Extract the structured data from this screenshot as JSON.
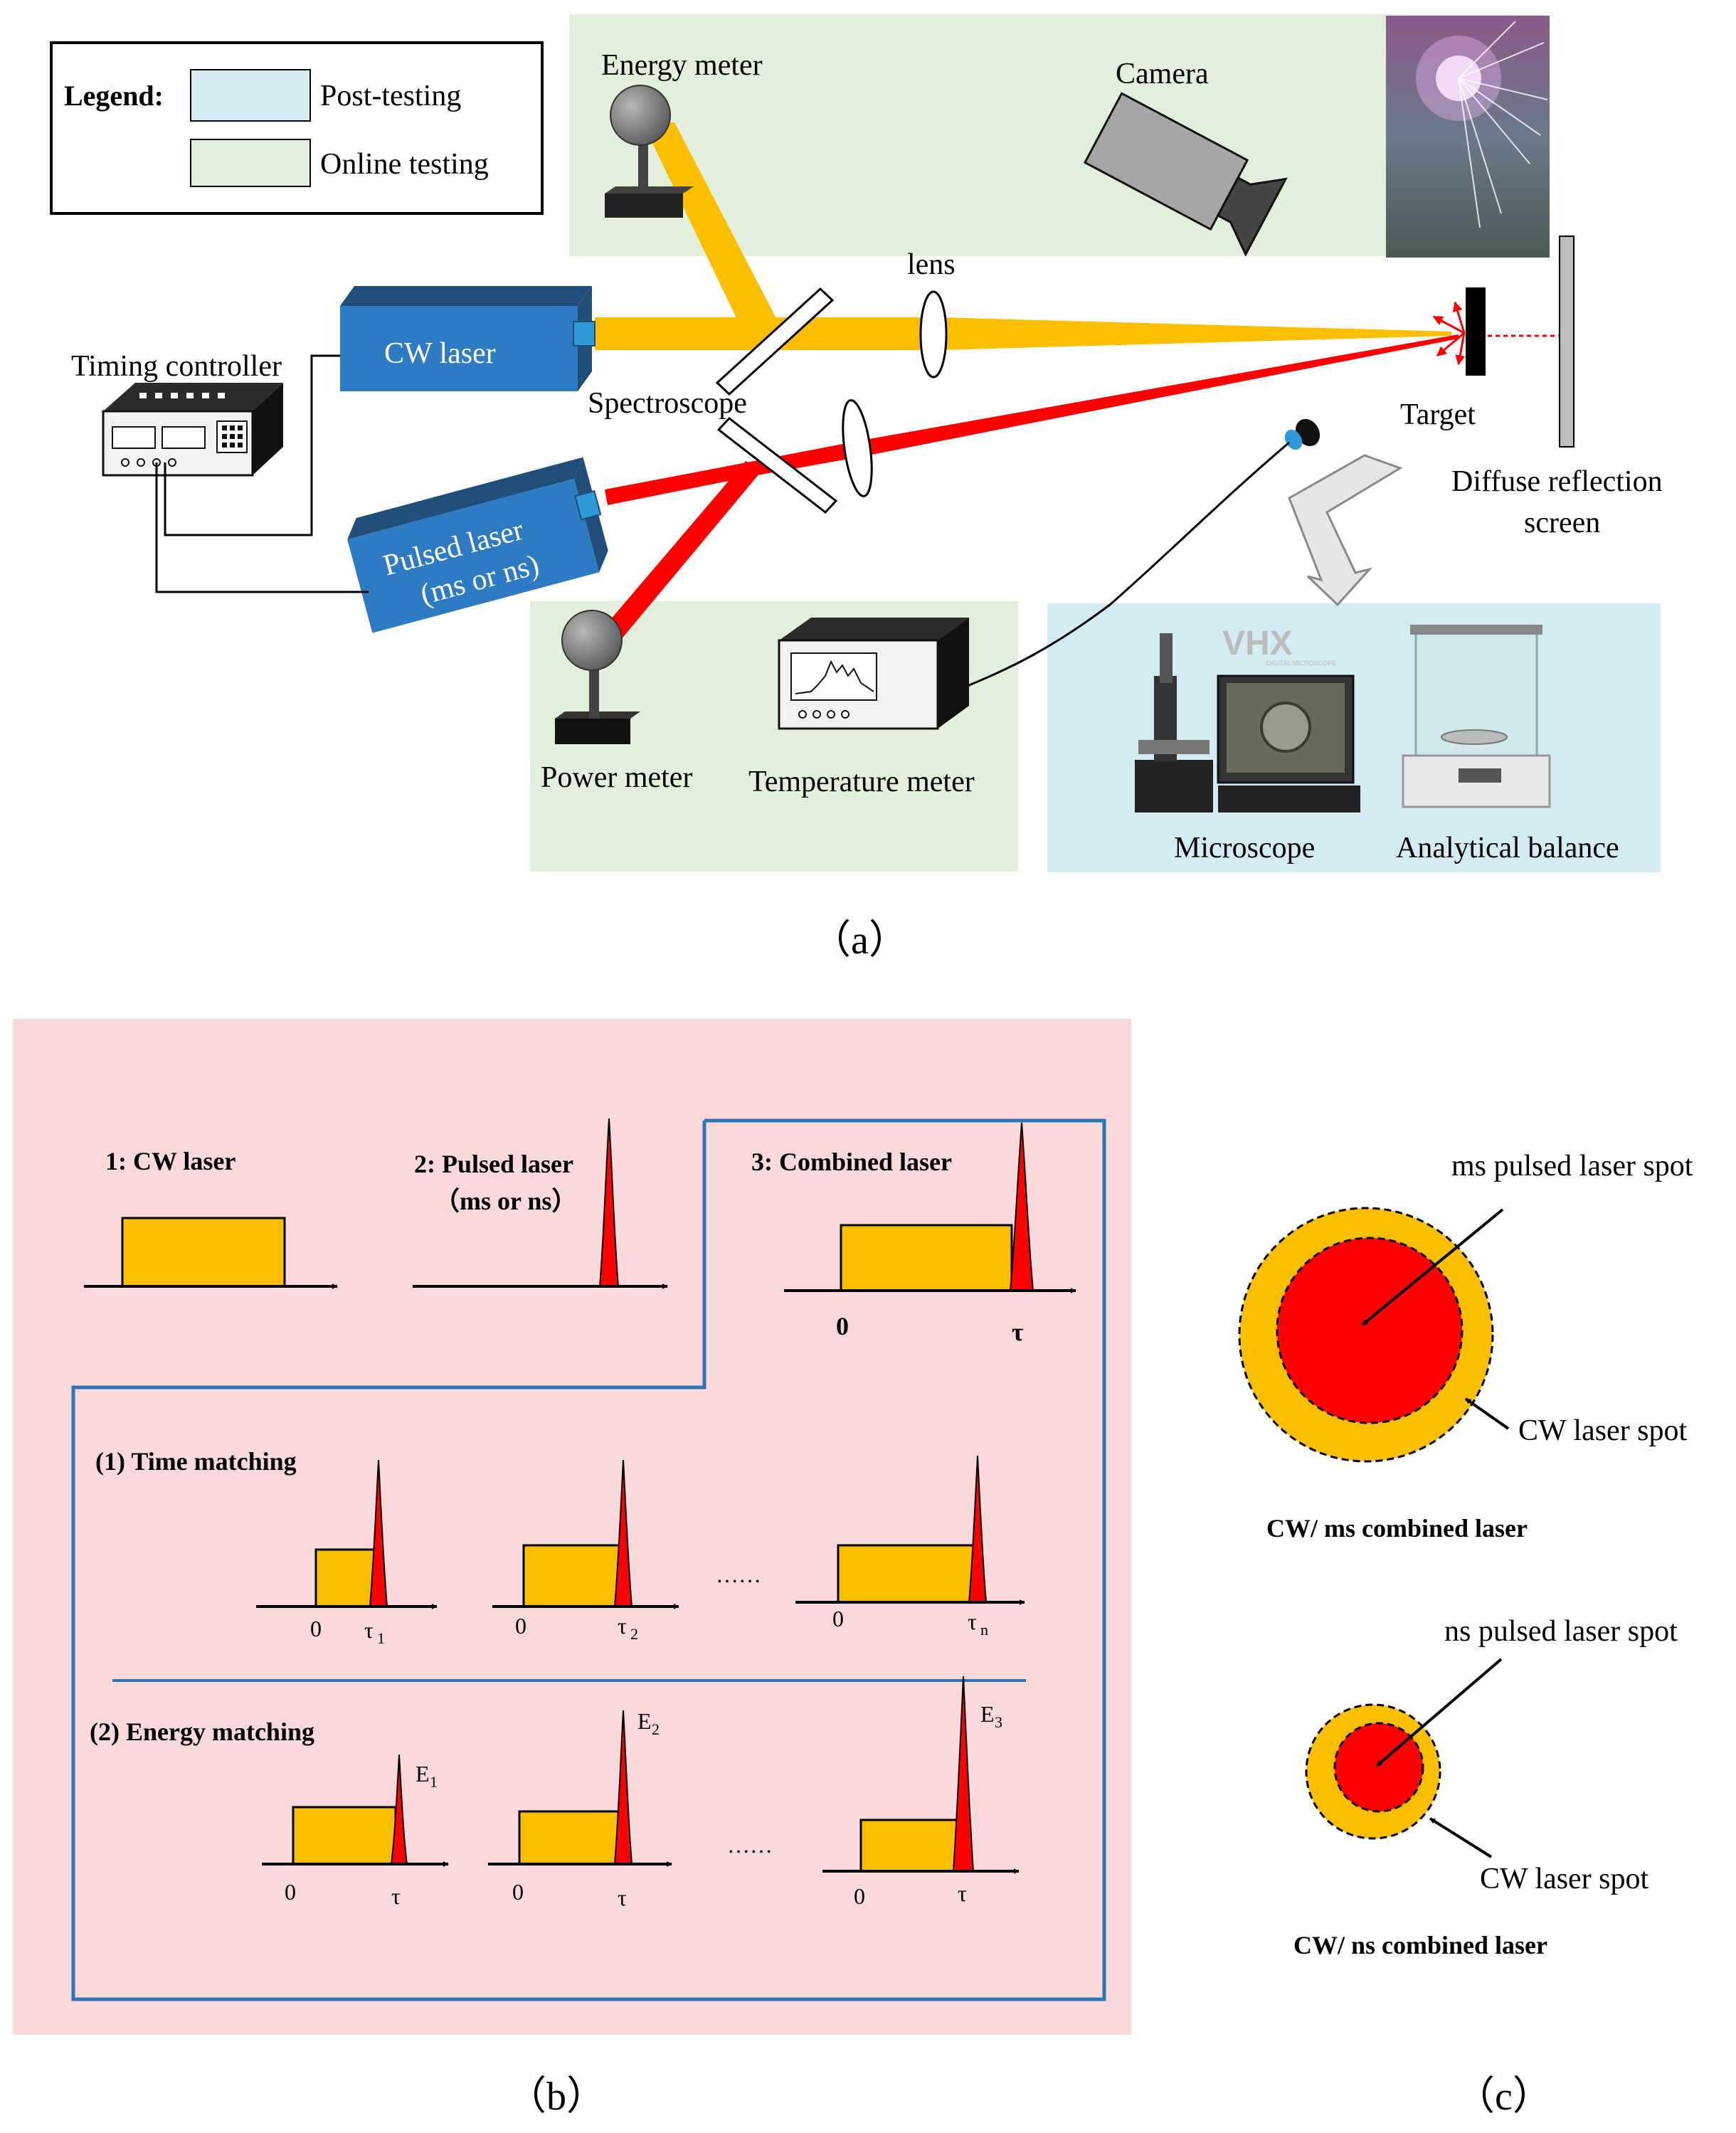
{
  "legend": {
    "title": "Legend:",
    "post_testing": "Post-testing",
    "online_testing": "Online testing"
  },
  "colors": {
    "post_testing_bg": "#d3ecf3",
    "online_testing_bg": "#e2efda",
    "panel_b_bg": "#f9d9d9",
    "cw_beam": "#fbbf00",
    "pulse": "#ff0000",
    "laser_box": "#2e7bc4",
    "frame_blue": "#2e75b6"
  },
  "panel_a": {
    "energy_meter": "Energy meter",
    "camera": "Camera",
    "lens": "lens",
    "cw_laser": "CW laser",
    "timing_controller": "Timing controller",
    "spectroscope": "Spectroscope",
    "target": "Target",
    "diffuse_line1": "Diffuse reflection",
    "diffuse_line2": "screen",
    "pulsed_line1": "Pulsed  laser",
    "pulsed_line2": "(ms or ns)",
    "power_meter": "Power meter",
    "temperature_meter": "Temperature meter",
    "microscope": "Microscope",
    "microscope_brand": "VHX",
    "microscope_brand_sub": "DIGITAL MICROSCOPE",
    "analytical_balance": "Analytical balance",
    "caption": "（a）"
  },
  "panel_b": {
    "cw_title": "1: CW laser",
    "pulsed_title_line1": "2: Pulsed laser",
    "pulsed_title_line2": "（ms or ns）",
    "combined_title": "3: Combined laser",
    "zero": "0",
    "tau": "τ",
    "time_matching": "(1) Time matching",
    "tau_1": "τ",
    "tau_1_sub": "1",
    "tau_2": "τ",
    "tau_2_sub": "2",
    "tau_n": "τ",
    "tau_n_sub": "n",
    "ellipsis": "……",
    "energy_matching": "(2) Energy matching",
    "e1": "E",
    "e1_sub": "1",
    "e2": "E",
    "e2_sub": "2",
    "e3": "E",
    "e3_sub": "3",
    "caption": "（b）"
  },
  "panel_c": {
    "ms_spot": "ms pulsed laser spot",
    "cw_spot_1": "CW laser spot",
    "ms_title": "CW/ ms combined laser",
    "ns_spot": "ns pulsed laser spot",
    "cw_spot_2": "CW laser spot",
    "ns_title": "CW/ ns combined laser",
    "caption": "（c）"
  }
}
